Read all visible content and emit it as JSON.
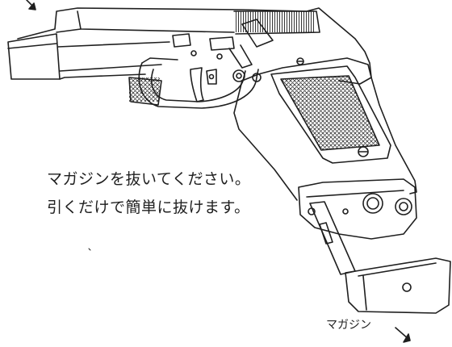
{
  "diagram": {
    "instruction_line1": "マガジンを抜いてください。",
    "instruction_line2": "引くだけで簡単に抜けます。",
    "callout_label": "マガジン"
  },
  "colors": {
    "ink": "#1f1f1f",
    "paper": "#ffffff"
  }
}
